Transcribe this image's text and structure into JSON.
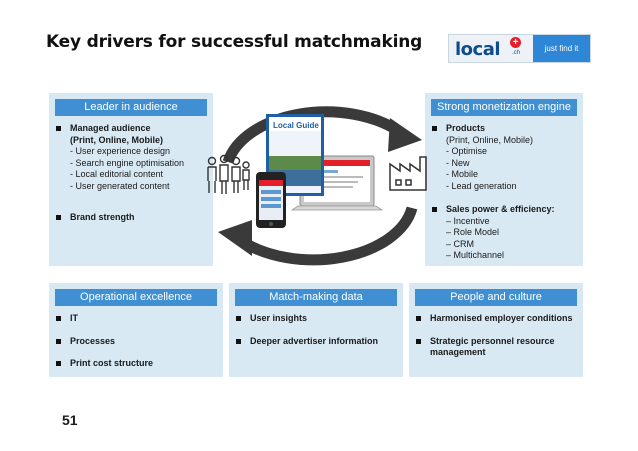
{
  "title": "Key drivers for successful matchmaking",
  "logo": {
    "word": "local",
    "suffix": ".ch",
    "tagline": "just find it"
  },
  "boxes": {
    "leader": {
      "header": "Leader in audience",
      "items": [
        {
          "label": "Managed audience",
          "sub": [
            "(Print, Online, Mobile)",
            "- User experience design",
            "- Search engine optimisation",
            "- Local editorial content",
            "- User generated content"
          ]
        },
        {
          "label": "Brand strength"
        }
      ]
    },
    "monetization": {
      "header": "Strong monetization engine",
      "items": [
        {
          "label": "Products",
          "sub": [
            "(Print, Online, Mobile)",
            "-    Optimise",
            "-    New",
            "-    Mobile",
            "-    Lead generation"
          ]
        },
        {
          "label": "Sales power & efficiency:",
          "sub": [
            "–   Incentive",
            "–   Role Model",
            "–   CRM",
            "–   Multichannel"
          ]
        }
      ]
    },
    "operational": {
      "header": "Operational excellence",
      "items": [
        "IT",
        "Processes",
        "Print cost structure"
      ]
    },
    "matchmaking": {
      "header": "Match-making data",
      "items": [
        "User insights",
        "Deeper advertiser information"
      ]
    },
    "people": {
      "header": "People and culture",
      "items": [
        "Harmonised employer conditions",
        "Strategic personnel resource management"
      ]
    }
  },
  "center": {
    "book_label": "Local Guide"
  },
  "page_number": "51",
  "colors": {
    "box_bg": "#d8e9f4",
    "header_bg": "#3f8fd2",
    "arrow": "#3a3a3a",
    "logo_red": "#e3202a",
    "logo_blue": "#2d86d6"
  }
}
